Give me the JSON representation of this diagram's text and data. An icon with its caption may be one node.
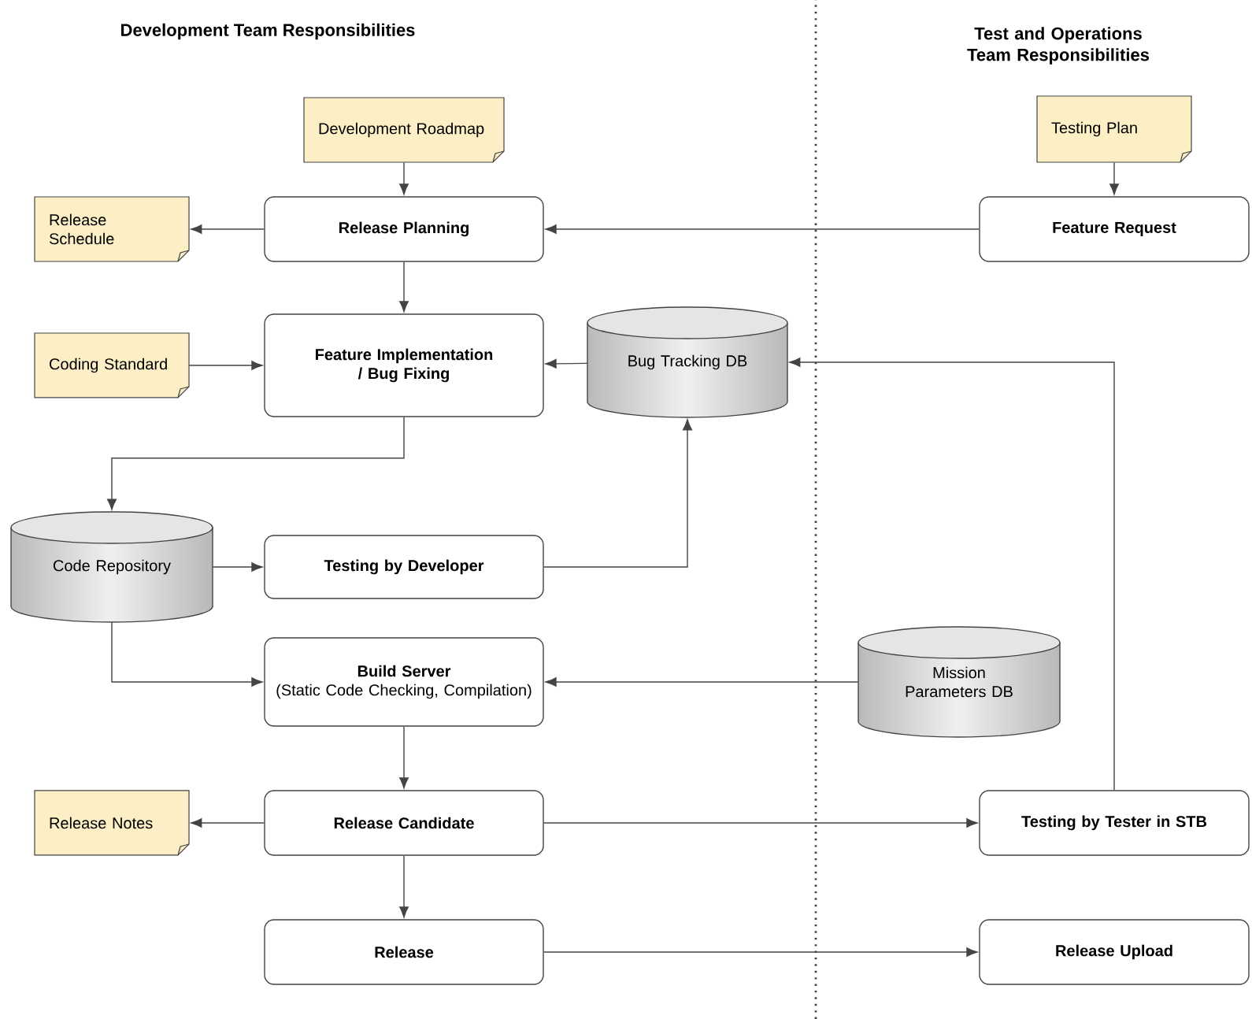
{
  "diagram": {
    "nodes": [
      {
        "text": [
          "Development Roadmap"
        ]
      },
      {
        "text": [
          "Release Schedule"
        ]
      },
      {
        "text": [
          "Release Planning"
        ]
      },
      {
        "text": [
          "Feature Request"
        ]
      },
      {
        "text": [
          "Testing Plan"
        ]
      },
      {
        "text": [
          "Coding Standard"
        ]
      },
      {
        "text": [
          "Feature Implementation / Bug Fixing"
        ]
      },
      {
        "text": [
          "Bug Tracking DB"
        ]
      },
      {
        "text": [
          "Code Repository"
        ]
      },
      {
        "text": [
          "Testing by Developer"
        ]
      },
      {
        "text": [
          "Build Server",
          "(Static Code Checking, Compilation)"
        ]
      },
      {
        "text": [
          "Mission Parameters DB"
        ]
      },
      {
        "text": [
          "Release Notes"
        ]
      },
      {
        "text": [
          "Release Candidate"
        ]
      },
      {
        "text": [
          "Testing by Tester in STB"
        ]
      },
      {
        "text": [
          "Release"
        ]
      },
      {
        "text": [
          "Release Upload"
        ]
      }
    ],
    "edges": [
      {
        "from": 0,
        "to": 2,
        "arrow": "to"
      },
      {
        "from": 2,
        "to": 1,
        "arrow": "to"
      },
      {
        "from": 4,
        "to": 3,
        "arrow": "to"
      },
      {
        "from": 3,
        "to": 2,
        "arrow": "to"
      },
      {
        "from": 2,
        "to": 6,
        "arrow": "to"
      },
      {
        "from": 5,
        "to": 6,
        "arrow": "to"
      },
      {
        "from": 7,
        "to": 6,
        "arrow": "to"
      },
      {
        "from": 6,
        "to": 8,
        "arrow": "to"
      },
      {
        "from": 8,
        "to": 9,
        "arrow": "to"
      },
      {
        "from": 9,
        "to": 7,
        "arrow": "to"
      },
      {
        "from": 8,
        "to": 10,
        "arrow": "to"
      },
      {
        "from": 11,
        "to": 10,
        "arrow": "to"
      },
      {
        "from": 10,
        "to": 13,
        "arrow": "to"
      },
      {
        "from": 13,
        "to": 12,
        "arrow": "to"
      },
      {
        "from": 13,
        "to": 14,
        "arrow": "to"
      },
      {
        "from": 14,
        "to": 7,
        "arrow": "to"
      },
      {
        "from": 13,
        "to": 15,
        "arrow": "to"
      },
      {
        "from": 15,
        "to": 16,
        "arrow": "to"
      }
    ],
    "labels": [
      "Development Team Responsibilities",
      "Test and Operations Team Responsibilities"
    ]
  }
}
